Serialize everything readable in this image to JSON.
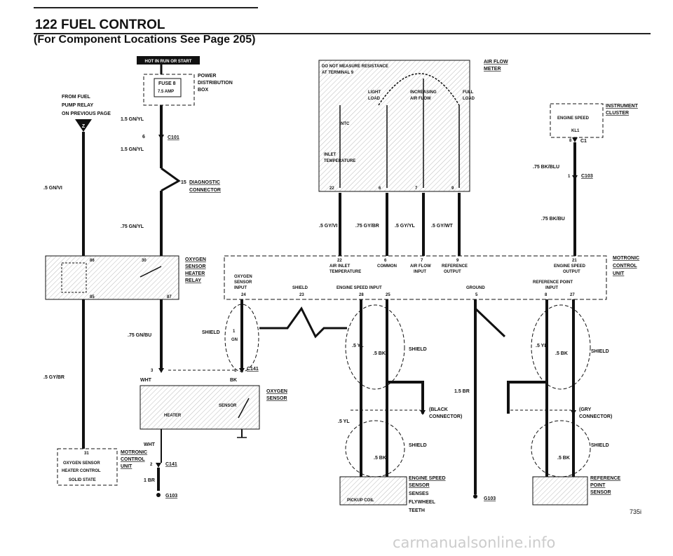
{
  "header": {
    "title": "122 FUEL CONTROL",
    "subtitle": "(For Component Locations See Page 205)"
  },
  "hot_label": "HOT IN RUN OR START",
  "power_dist": {
    "fuse": "FUSE 8",
    "amp": "7.5 AMP",
    "label": [
      "POWER",
      "DISTRIBUTION",
      "BOX"
    ]
  },
  "fuel_pump_note": [
    "FROM FUEL",
    "PUMP RELAY",
    "ON PREVIOUS PAGE"
  ],
  "z_marker": "Z",
  "wires": {
    "gnyl15": "1.5 GN/YL",
    "gnyl15b": "1.5 GN/YL",
    "gnvi5": ".5 GN/VI",
    "gnyl75": ".75 GN/YL",
    "gnbu75": ".75 GN/BU",
    "gybr5": ".5 GY/BR",
    "wht1": "WHT",
    "wht2": "WHT",
    "bk1": "BK",
    "br1": "1 BR",
    "gyvi5": ".5 GY/VI",
    "gybr75": ".75 GY/BR",
    "gyyl5": ".5 GY/YL",
    "gywt5": ".5 GY/WT",
    "bkblu75": ".75 BK/BLU",
    "bkbu75": ".75 BK/BU",
    "br15": "1.5 BR",
    "yl5a": ".5 YL",
    "yl5b": ".5 YL",
    "yl5c": ".5 YL",
    "bk5a": ".5 BK",
    "bk5b": ".5 BK",
    "bk5c": ".5 BK",
    "bk5d": ".5 BK"
  },
  "connectors": {
    "c101_pin": "6",
    "c101": "C101",
    "diag_pin": "15",
    "diag": [
      "DIAGNOSTIC",
      "CONNECTOR"
    ],
    "c141a_pin3": "3",
    "c141a_pin1": "1",
    "c141": "C141",
    "c141b_pin": "2",
    "c141b": "C141",
    "g103a": "G103",
    "g103b": "G103",
    "c103_pin": "1",
    "c103": "C103",
    "c1_pin": "8",
    "c1": "C1"
  },
  "o2_relay": {
    "label": [
      "OXYGEN",
      "SENSOR",
      "HEATER",
      "RELAY"
    ],
    "pins": [
      "86",
      "30",
      "85",
      "87"
    ]
  },
  "afm": {
    "label": [
      "AIR FLOW",
      "METER"
    ],
    "note": [
      "DO NOT MEASURE RESISTANCE",
      "AT TERMINAL 9"
    ],
    "light": [
      "LIGHT",
      "LOAD"
    ],
    "increasing": [
      "INCREASING",
      "AIR FLOW"
    ],
    "full": [
      "FULL",
      "LOAD"
    ],
    "ntc": "NTC",
    "inlet": [
      "INLET",
      "TEMPERATURE"
    ],
    "pins": [
      "22",
      "6",
      "7",
      "9"
    ]
  },
  "ic": {
    "label": [
      "INSTRUMENT",
      "CLUSTER"
    ],
    "esout": "ENGINE SPEED",
    "kl1": "KL1"
  },
  "motronic": {
    "label": [
      "MOTRONIC",
      "CONTROL",
      "UNIT"
    ],
    "pins_top": [
      "22",
      "6",
      "7",
      "9",
      "21"
    ],
    "top_labels": [
      "AIR INLET",
      "TEMPERATURE",
      "COMMON",
      "AIR FLOW",
      "INPUT",
      "REFERENCE",
      "OUTPUT",
      "ENGINE SPEED",
      "OUTPUT"
    ],
    "bot_labels": [
      "OXYGEN",
      "SENSOR",
      "INPUT",
      "SHIELD",
      "ENGINE SPEED INPUT",
      "GROUND",
      "REFERENCE POINT",
      "INPUT"
    ],
    "pins_bot": [
      "24",
      "23",
      "28",
      "25",
      "5",
      "8",
      "27"
    ]
  },
  "shield1": {
    "label": "SHIELD",
    "pin": "1",
    "gn": "GN"
  },
  "o2_sensor": {
    "label": [
      "OXYGEN",
      "SENSOR"
    ],
    "heater": "HEATER",
    "sensor": "SENSOR"
  },
  "o2_ctrl": {
    "pin": "31",
    "lines": [
      "OXYGEN SENSOR",
      "HEATER CONTROL",
      "SOLID STATE"
    ],
    "label": [
      "MOTRONIC",
      "CONTROL",
      "UNIT"
    ]
  },
  "shields": [
    "SHIELD",
    "SHIELD",
    "SHIELD",
    "SHIELD"
  ],
  "black_conn": [
    "(BLACK",
    "CONNECTOR)"
  ],
  "gray_conn": [
    "(GRY",
    "CONNECTOR)"
  ],
  "es_sensor": {
    "label": [
      "ENGINE SPEED",
      "SENSOR"
    ],
    "note": [
      "SENSES",
      "FLYWHEEL",
      "TEETH"
    ],
    "coil": "PICKUP COIL"
  },
  "ref_sensor": {
    "label": [
      "REFERENCE",
      "POINT",
      "SENSOR"
    ]
  },
  "page_code": "735i",
  "watermark": "carmanualsonline.info"
}
